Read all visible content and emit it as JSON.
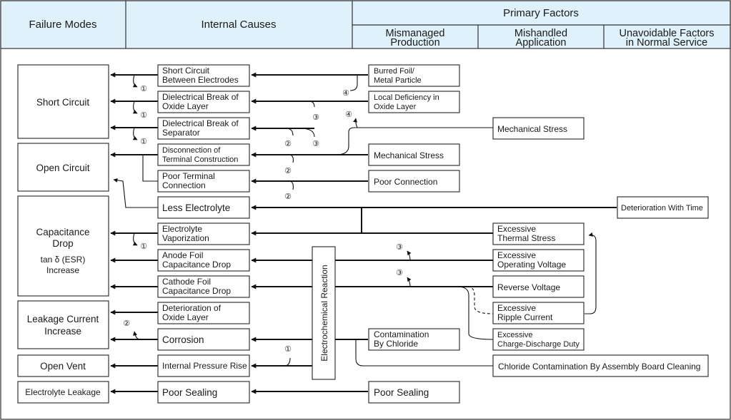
{
  "header": {
    "failure_modes": "Failure Modes",
    "internal_causes": "Internal Causes",
    "primary_factors": "Primary Factors",
    "mismanaged": [
      "Mismanaged",
      "Production"
    ],
    "mishandled": [
      "Mishandled",
      "Application"
    ],
    "unavoidable": [
      "Unavoidable Factors",
      "in Normal Service"
    ]
  },
  "failure_modes": {
    "short_circuit": [
      "Short Circuit"
    ],
    "open_circuit": [
      "Open Circuit"
    ],
    "capacitance_drop": [
      "Capacitance",
      "Drop",
      "tan δ (ESR)",
      "Increase"
    ],
    "leakage_current": [
      "Leakage Current",
      "Increase"
    ],
    "open_vent": [
      "Open Vent"
    ],
    "electrolyte_leakage": [
      "Electrolyte Leakage"
    ]
  },
  "internal_causes": {
    "short_electrodes": [
      "Short Circuit",
      "Between Electrodes"
    ],
    "dielectric_oxide": [
      "Dielectrical Break of",
      "Oxide Layer"
    ],
    "dielectric_separator": [
      "Dielectrical Break of",
      "Separator"
    ],
    "disconnection_terminal": [
      "Disconnection of",
      "Terminal Construction"
    ],
    "poor_terminal": [
      "Poor Terminal",
      "Connection"
    ],
    "less_electrolyte": [
      "Less Electrolyte"
    ],
    "electrolyte_vapor": [
      "Electrolyte",
      "Vaporization"
    ],
    "anode_foil": [
      "Anode Foil",
      "Capacitance Drop"
    ],
    "cathode_foil": [
      "Cathode Foil",
      "Capacitance Drop"
    ],
    "deterioration_oxide": [
      "Deterioration of",
      "Oxide Layer"
    ],
    "corrosion": [
      "Corrosion"
    ],
    "pressure_rise": [
      "Internal Pressure Rise"
    ],
    "poor_sealing": [
      "Poor Sealing"
    ]
  },
  "electrochemical_reaction": "Electrochemical Reaction",
  "mismanaged_production": {
    "burred_foil": [
      "Burred Foil/",
      "Metal Particle"
    ],
    "local_deficiency": [
      "Local Deficiency in",
      "Oxide Layer"
    ],
    "mech_stress": [
      "Mechanical Stress"
    ],
    "poor_connection": [
      "Poor Connection"
    ],
    "contamination": [
      "Contamination",
      "By Chloride"
    ],
    "poor_sealing": [
      "Poor Sealing"
    ]
  },
  "mishandled_application": {
    "mech_stress": [
      "Mechanical Stress"
    ],
    "thermal": [
      "Excessive",
      "Thermal Stress"
    ],
    "operating_voltage": [
      "Excessive",
      "Operating Voltage"
    ],
    "reverse_voltage": [
      "Reverse Voltage"
    ],
    "ripple": [
      "Excessive",
      "Ripple Current"
    ],
    "charge_discharge": [
      "Excessive",
      "Charge-Discharge Duty"
    ],
    "chloride_cleaning": [
      "Chloride Contamination By Assembly Board Cleaning"
    ]
  },
  "unavoidable": {
    "deterioration_time": [
      "Deterioration With Time"
    ]
  },
  "markers": {
    "one": "①",
    "two": "②",
    "three": "③",
    "four": "④"
  }
}
